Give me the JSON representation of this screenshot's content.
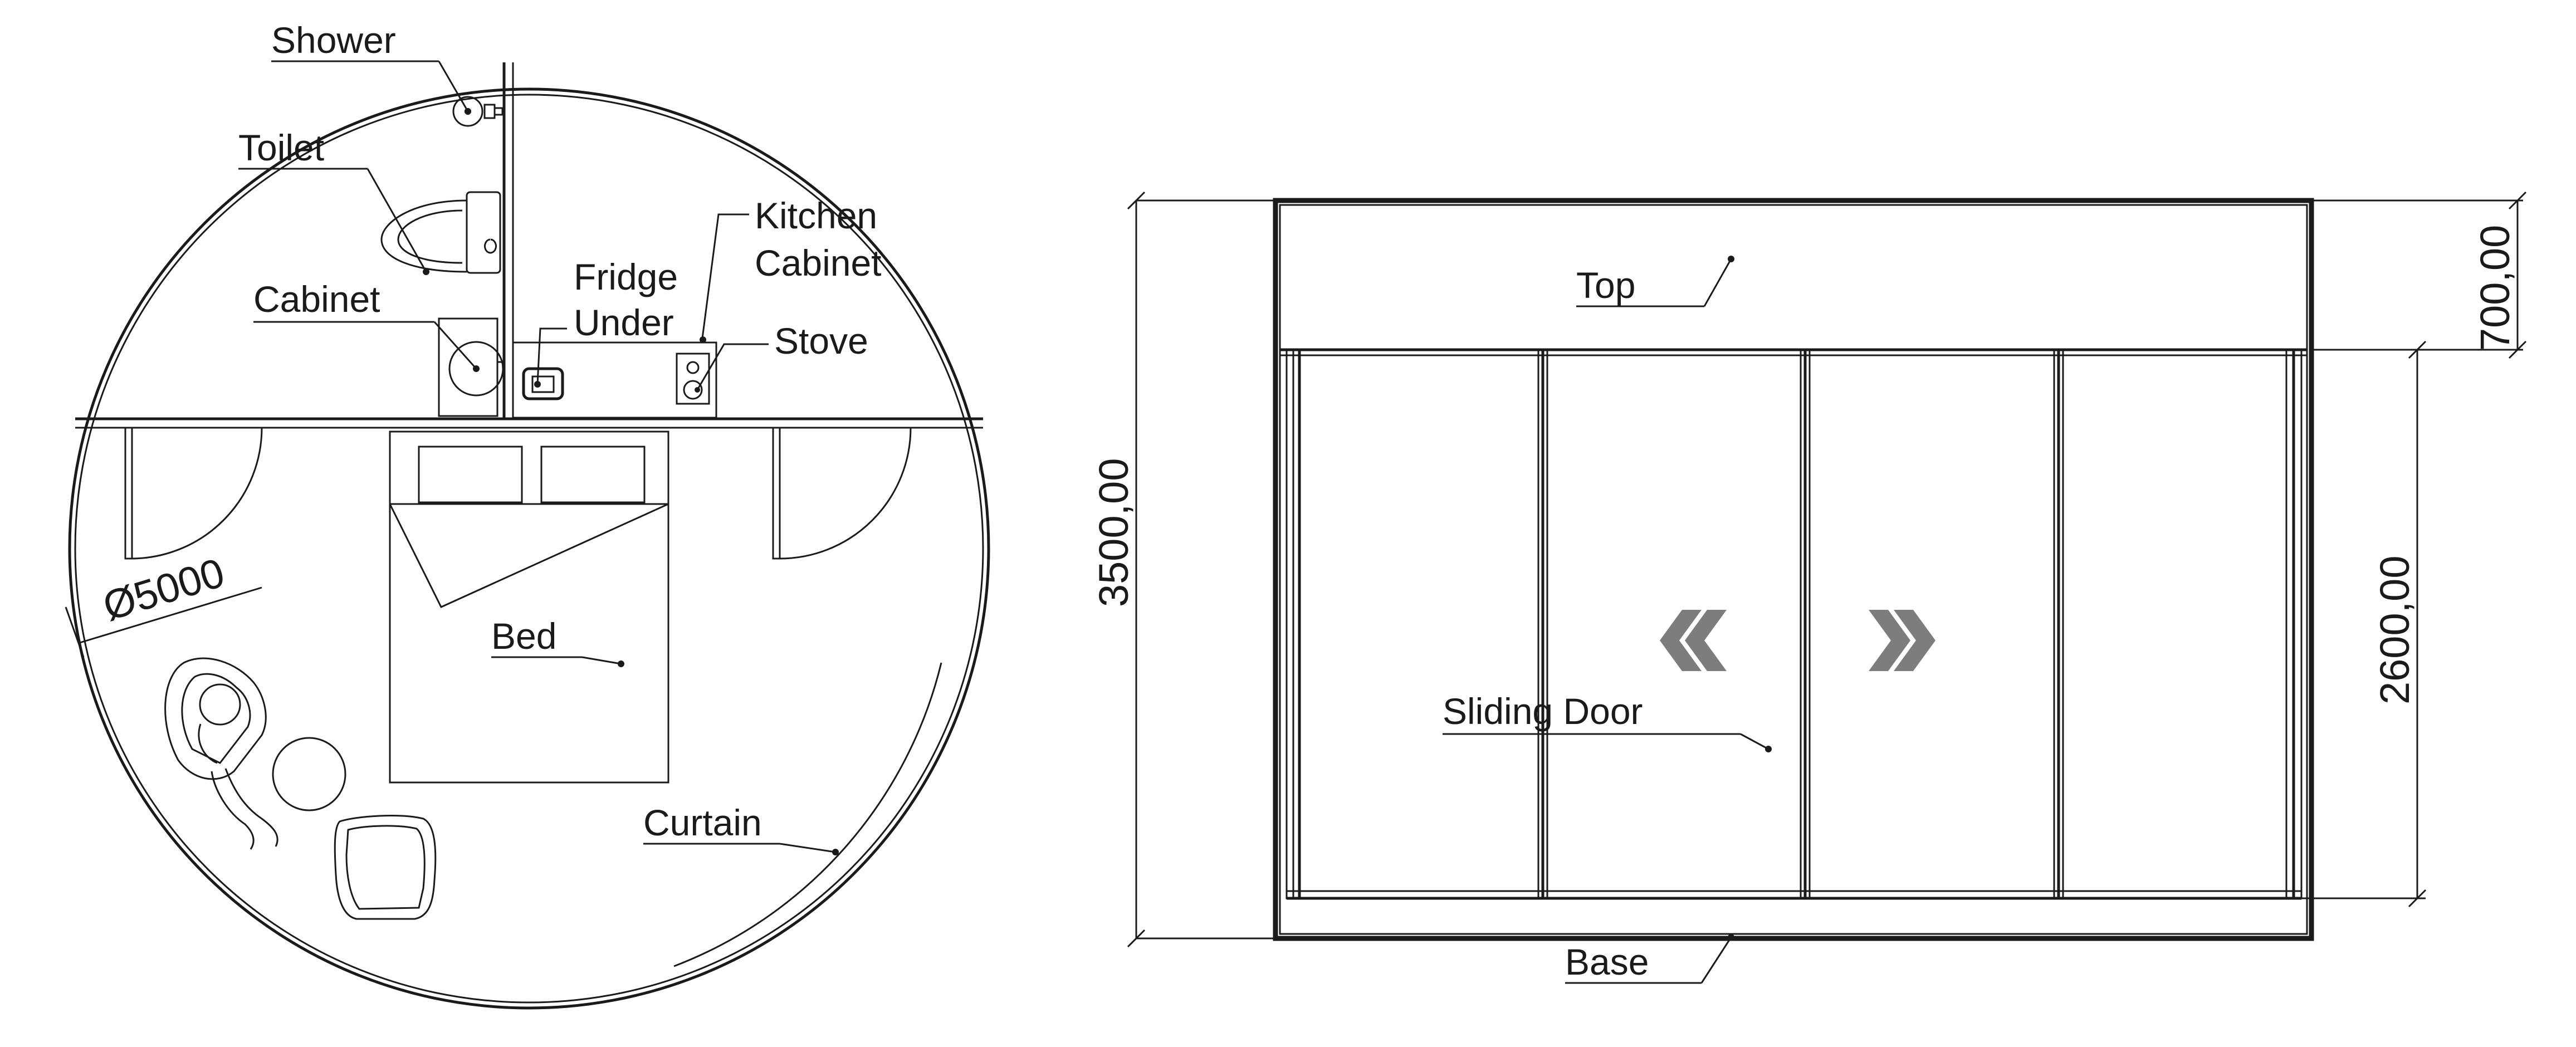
{
  "floor_plan": {
    "labels": {
      "shower": "Shower",
      "toilet": "Toilet",
      "cabinet": "Cabinet",
      "fridge_line1": "Fridge",
      "fridge_line2": "Under",
      "kitchen_line1": "Kitchen",
      "kitchen_line2": "Cabinet",
      "stove": "Stove",
      "bed": "Bed",
      "curtain": "Curtain",
      "diameter": "Ø5000"
    }
  },
  "elevation": {
    "labels": {
      "top": "Top",
      "sliding_door": "Sliding Door",
      "base": "Base"
    },
    "dimensions": {
      "overall_height": "3500,00",
      "top_height": "700,00",
      "door_height": "2600,00"
    }
  }
}
